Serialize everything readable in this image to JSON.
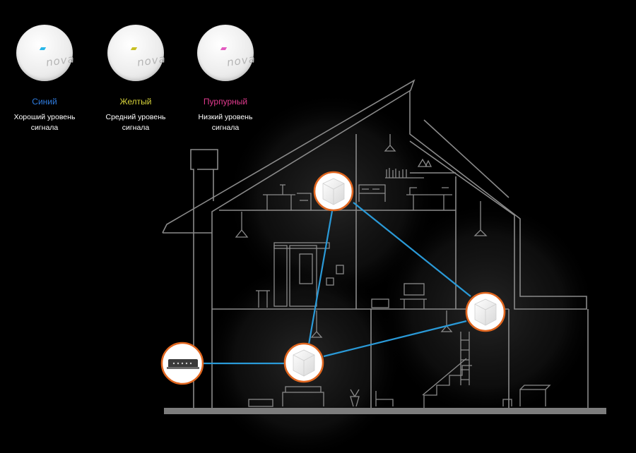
{
  "legend": [
    {
      "color_name": "Синий",
      "color": "#2f7de1",
      "description_line1": "Хороший уровень",
      "description_line2": "сигнала"
    },
    {
      "color_name": "Желтый",
      "color": "#d8d43a",
      "description_line1": "Средний уровень",
      "description_line2": "сигнала"
    },
    {
      "color_name": "Пурпурный",
      "color": "#e13a8e",
      "description_line1": "Низкий уровень",
      "description_line2": "сигнала"
    }
  ],
  "brand_label": "nova",
  "colors": {
    "background": "#000000",
    "house_lines": "#8a8a8a",
    "link_blue": "#2a9ad8",
    "node_ring": "#e0661f",
    "ground": "#7d7d7d"
  },
  "icons": [
    "router-icon",
    "mesh-node-icon"
  ]
}
